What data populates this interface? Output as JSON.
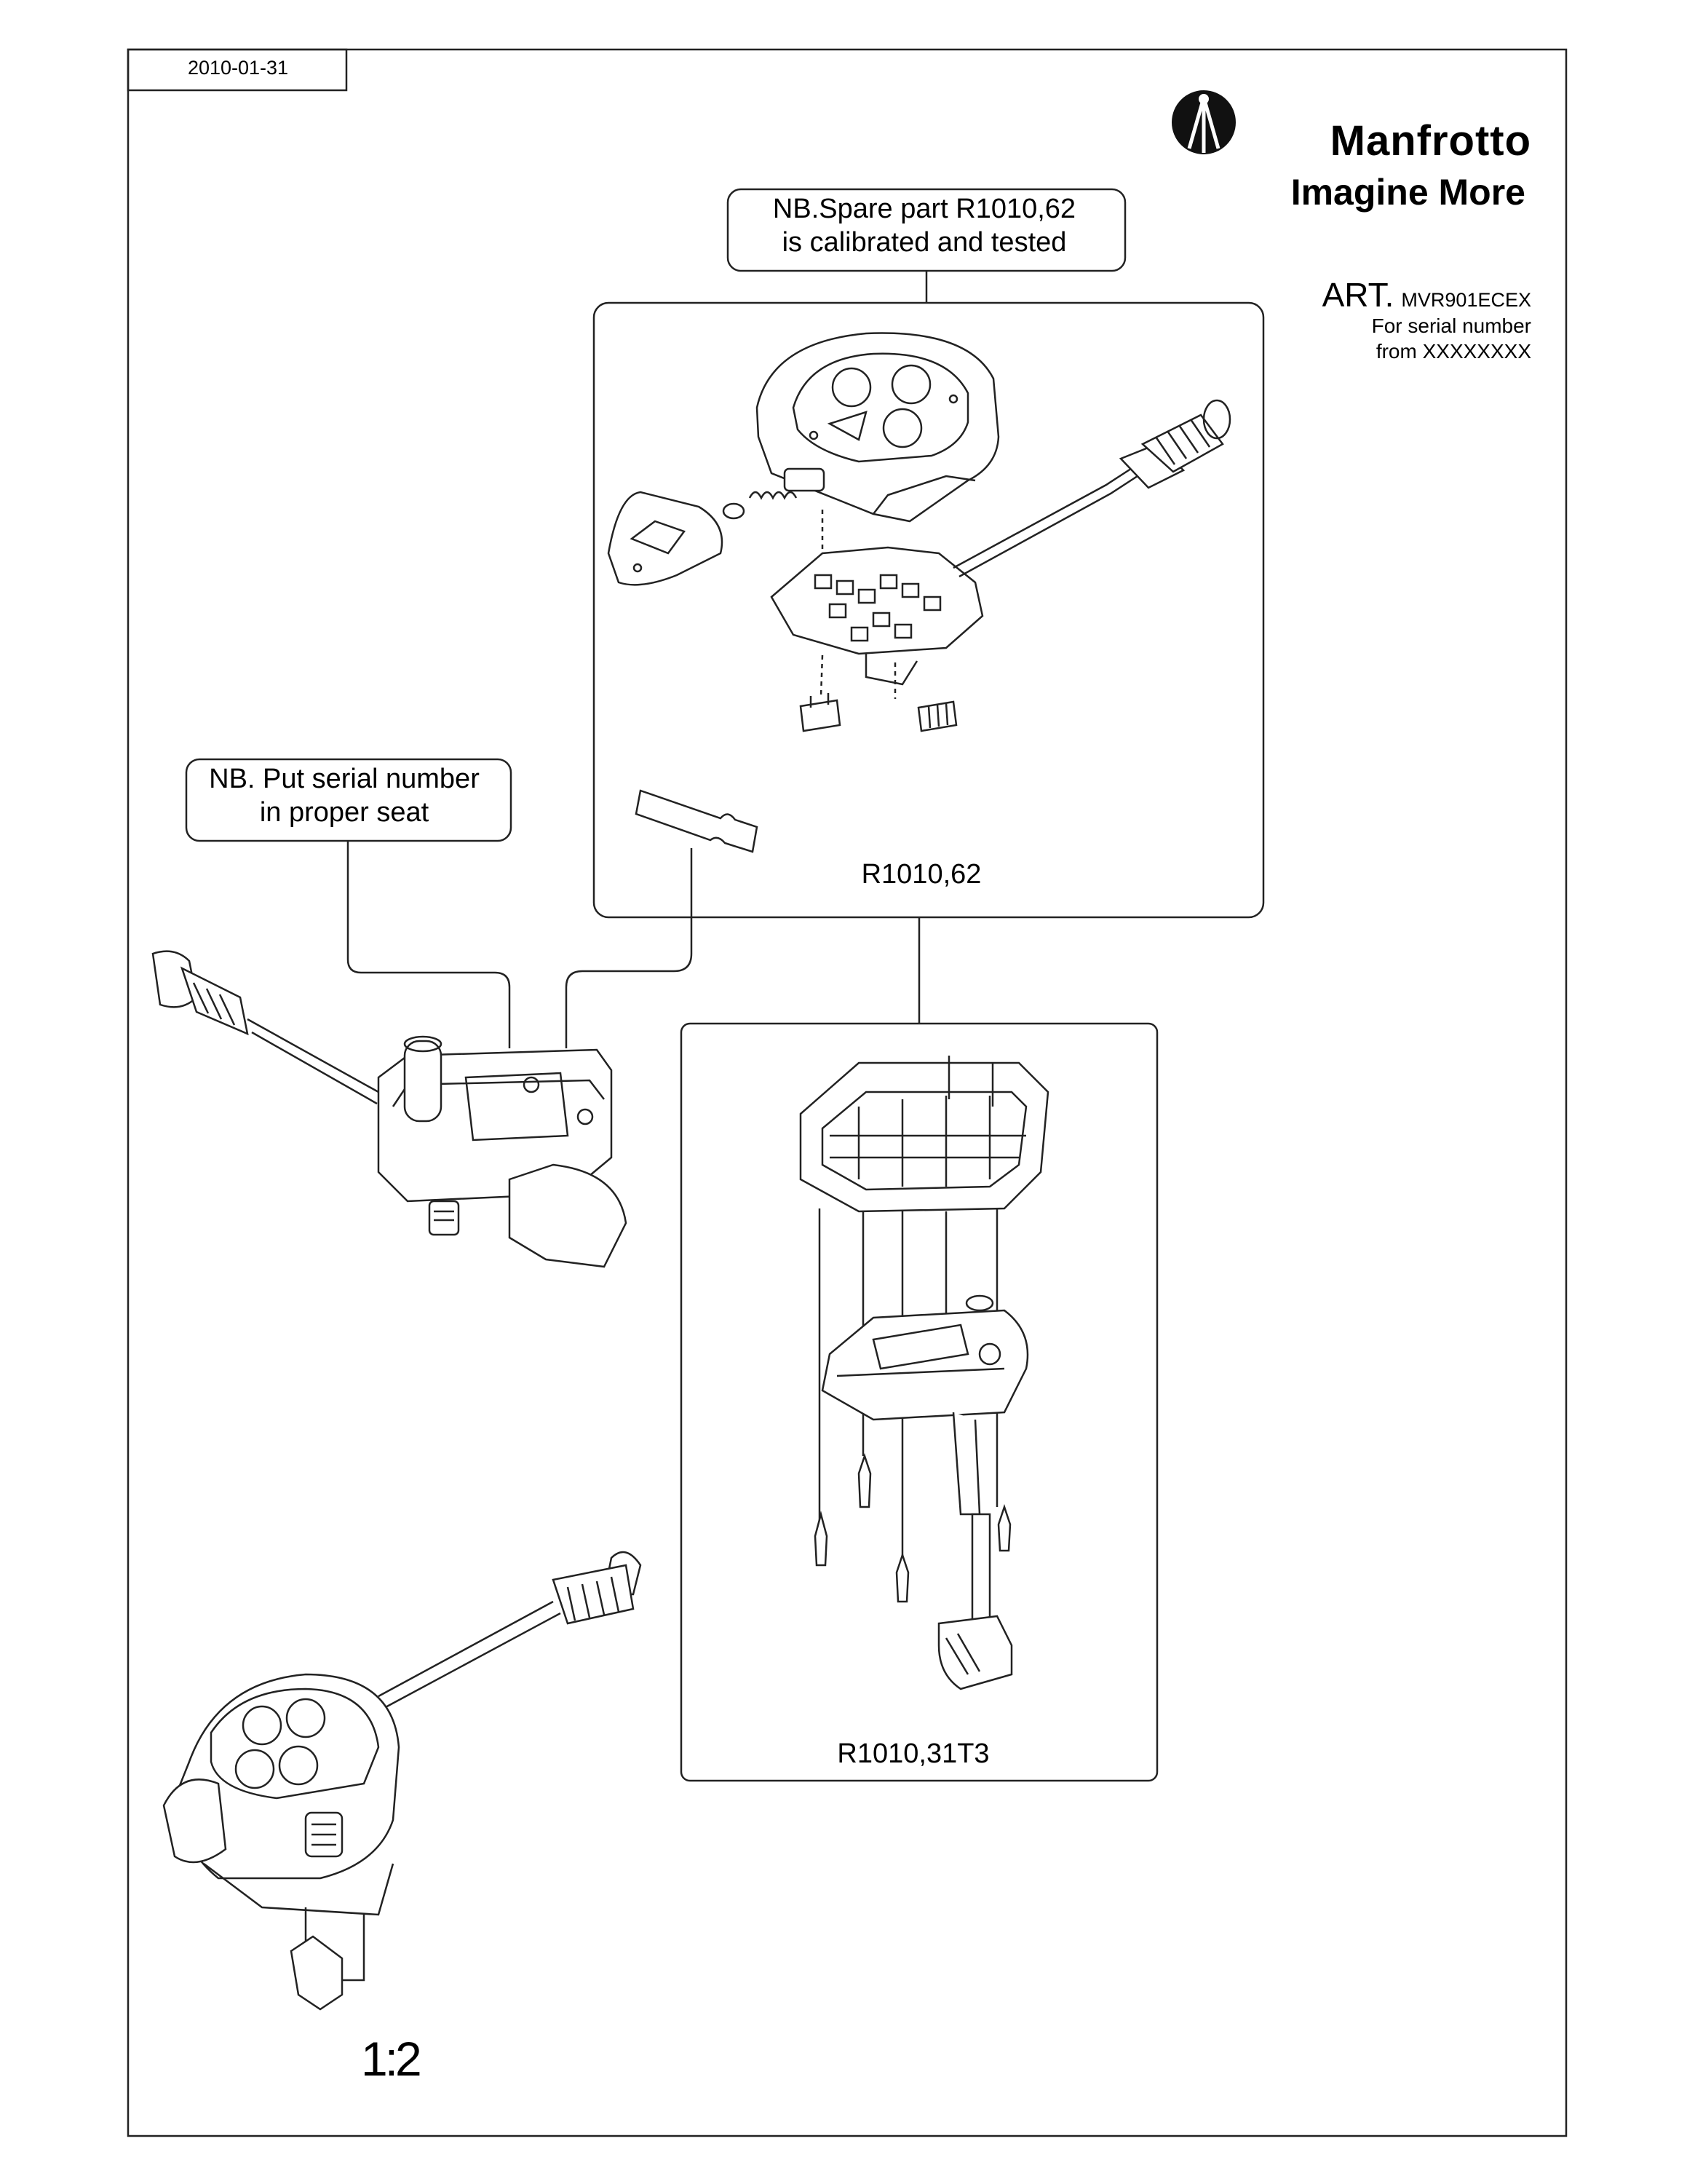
{
  "header": {
    "date": "2010-01-31"
  },
  "brand": {
    "name": "Manfrotto",
    "tagline": "Imagine More",
    "logo_icon": "manfrotto-tripod-logo"
  },
  "article": {
    "prefix": "ART.",
    "code": "MVR901ECEX",
    "serial_line1": "For serial number",
    "serial_line2": "from XXXXXXXX"
  },
  "notes": {
    "spare_part_line1": "NB.Spare part R1010,62",
    "spare_part_line2": "is calibrated and tested",
    "serial_seat_line1": "NB. Put serial number",
    "serial_seat_line2": "in proper seat"
  },
  "parts": {
    "electronics_assembly": "R1010,62",
    "base_assembly": "R1010,31T3"
  },
  "scale": "1:2",
  "colors": {
    "line": "#000000",
    "background": "#ffffff"
  }
}
